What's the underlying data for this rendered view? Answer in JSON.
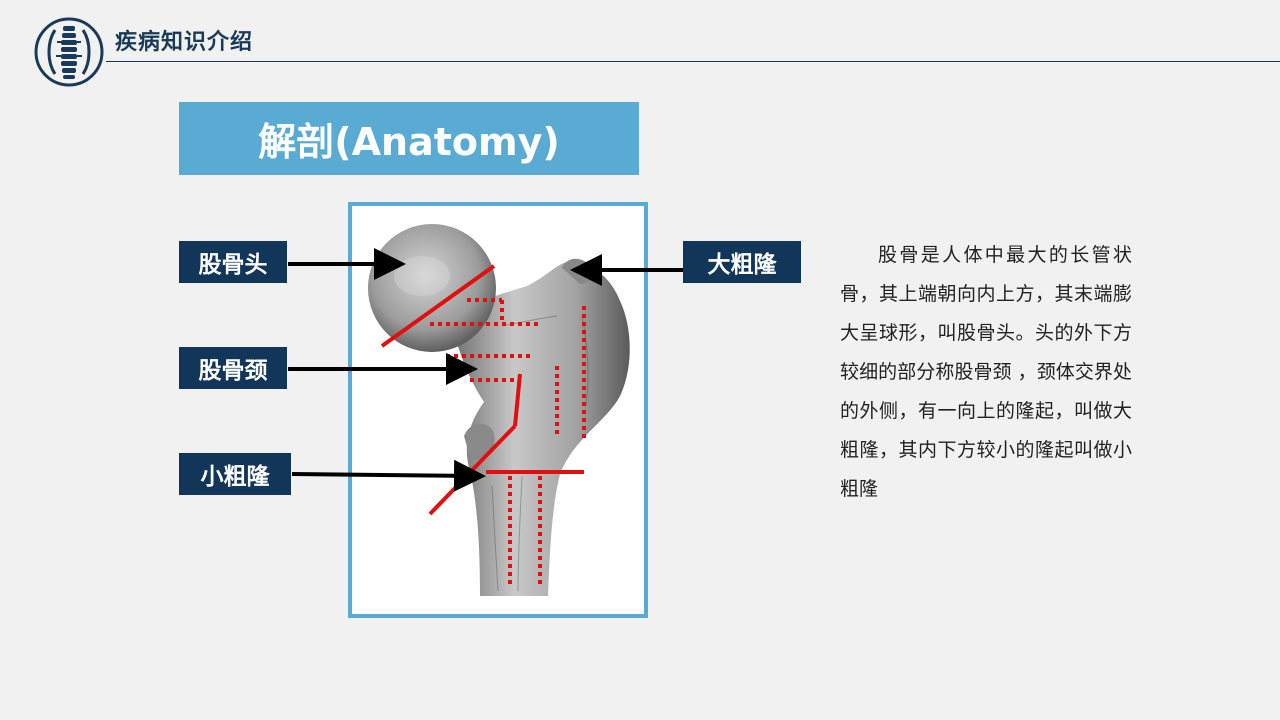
{
  "header": {
    "title": "疾病知识介绍"
  },
  "banner": {
    "title": "解剖(Anatomy)"
  },
  "labels": {
    "femoral_head": "股骨头",
    "femoral_neck": "股骨颈",
    "lesser_trochanter": "小粗隆",
    "greater_trochanter": "大粗隆"
  },
  "description": "股骨是人体中最大的长管状骨，其上端朝向内上方，其末端膨大呈球形，叫股骨头。头的外下方较细的部分称股骨颈 ，颈体交界处的外侧，有一向上的隆起，叫做大粗隆，其内下方较小的隆起叫做小粗隆",
  "colors": {
    "accent": "#5aabd3",
    "label_bg": "#12365a",
    "header": "#1a3a5a",
    "marker": "#e01010"
  }
}
